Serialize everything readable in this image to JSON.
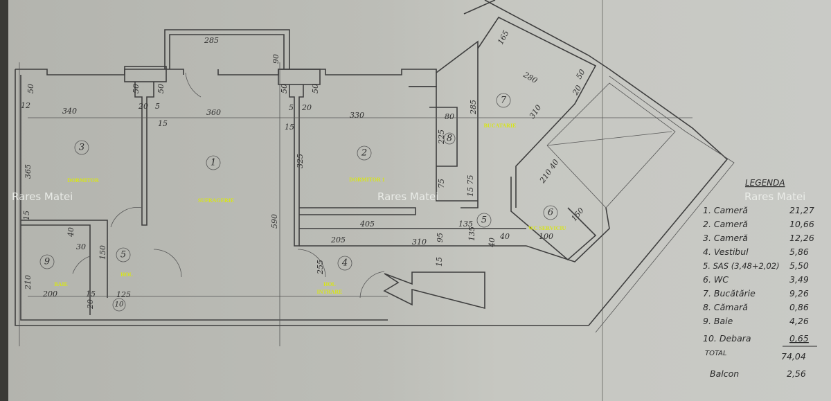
{
  "watermark": "Rares Matei",
  "colors": {
    "paper": "#b8b9b3",
    "paper_light": "#c9cac5",
    "lines": "#3e3e3e",
    "room_label": "#d6e41c"
  },
  "rooms": {
    "dormitor": "DORMITOR",
    "sufragerie": "SUFRAGERIE",
    "dormitor1": "DORMITOR 1",
    "hol": "HOL",
    "baie": "BAIE",
    "hol_intrare_1": "HOL",
    "hol_intrare_2": "INTRARE",
    "bucatarie": "BUCATARIE",
    "wc_serviciu": "WC SERVICIU"
  },
  "room_numbers": [
    "1",
    "2",
    "3",
    "4",
    "5",
    "5",
    "6",
    "7",
    "8",
    "9",
    "10"
  ],
  "dimensions": [
    "285",
    "90",
    "50",
    "12",
    "340",
    "50",
    "50",
    "20",
    "5",
    "360",
    "15",
    "50",
    "50",
    "5",
    "20",
    "15",
    "330",
    "365",
    "325",
    "15",
    "590",
    "405",
    "205",
    "310",
    "40",
    "30",
    "150",
    "210",
    "200",
    "15",
    "125",
    "20",
    "255",
    "165",
    "280",
    "310",
    "50",
    "20",
    "285",
    "80",
    "225",
    "75",
    "15 75",
    "135",
    "95",
    "135",
    "15",
    "40",
    "40",
    "100",
    "150",
    "210 40"
  ],
  "legend": {
    "title": "LEGENDA",
    "items": [
      {
        "label": "1. Cameră",
        "value": "21,27"
      },
      {
        "label": "2. Cameră",
        "value": "10,66"
      },
      {
        "label": "3. Cameră",
        "value": "12,26"
      },
      {
        "label": "4. Vestibul",
        "value": "5,86"
      },
      {
        "label": "5. SAS (3,48+2,02)",
        "value": "5,50"
      },
      {
        "label": "6. WC",
        "value": "3,49"
      },
      {
        "label": "7. Bucătărie",
        "value": "9,26"
      },
      {
        "label": "8. Cămară",
        "value": "0,86"
      },
      {
        "label": "9. Baie",
        "value": "4,26"
      },
      {
        "label": "10. Debara",
        "value": "0,65"
      }
    ],
    "total_label": "TOTAL",
    "total_value": "74,04",
    "balcon_label": "Balcon",
    "balcon_value": "2,56"
  }
}
